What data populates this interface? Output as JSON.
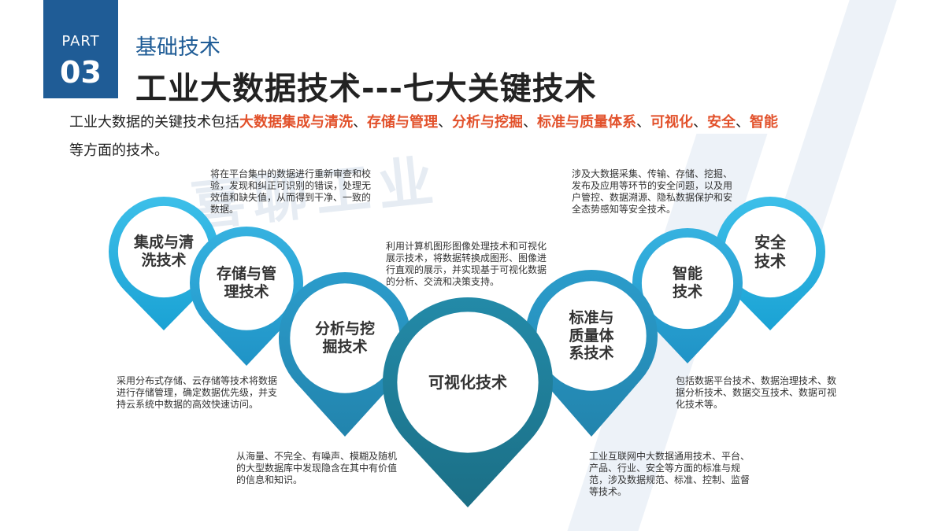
{
  "header": {
    "part_label": "PART",
    "part_number": "03",
    "sub_title": "基础技术",
    "main_title": "工业大数据技术---七大关键技术"
  },
  "intro": {
    "prefix": "工业大数据的关键技术包括",
    "highlights": [
      "大数据集成与清洗",
      "存储与管理",
      "分析与挖掘",
      "标准与质量体系",
      "可视化",
      "安全",
      "智能"
    ],
    "separator": "、",
    "suffix": "等方面的技术。"
  },
  "pins": [
    {
      "id": "integration",
      "label": "集成与清洗技术"
    },
    {
      "id": "storage",
      "label": "存储与管理技术"
    },
    {
      "id": "analysis",
      "label": "分析与挖掘技术"
    },
    {
      "id": "visualization",
      "label": "可视化技术"
    },
    {
      "id": "standard",
      "label": "标准与质量体系技术"
    },
    {
      "id": "intelligence",
      "label": "智能技术"
    },
    {
      "id": "security",
      "label": "安全技术"
    }
  ],
  "descriptions": {
    "integration": "将在平台集中的数据进行重新审查和校验，发现和纠正可识别的错误，处理无效值和缺失值，从而得到干净、一致的数据。",
    "storage": "采用分布式存储、云存储等技术将数据进行存储管理，确定数据优先级，并支持云系统中数据的高效快速访问。",
    "analysis": "从海量、不完全、有噪声、模糊及随机的大型数据库中发现隐含在其中有价值的信息和知识。",
    "visualization": "利用计算机图形图像处理技术和可视化展示技术，将数据转换成图形、图像进行直观的展示，并实现基于可视化数据的分析、交流和决策支持。",
    "standard": "工业互联网中大数据通用技术、平台、产品、行业、安全等方面的标准与规范，涉及数据规范、标准、控制、监督等技术。",
    "intelligence": "包括数据平台技术、数据治理技术、数据分析技术、数据交互技术、数据可视化技术等。",
    "security": "涉及大数据采集、传输、存储、挖掘、发布及应用等环节的安全问题，以及用户管控、数据溯源、隐私数据保护和安全态势感知等安全技术。"
  },
  "watermark": {
    "text": "喜聊工业"
  },
  "colors": {
    "brand_blue": "#1f5c96",
    "highlight_orange": "#e2512b",
    "pin_light": "#29b1e0",
    "pin_dark": "#1b6f86"
  }
}
